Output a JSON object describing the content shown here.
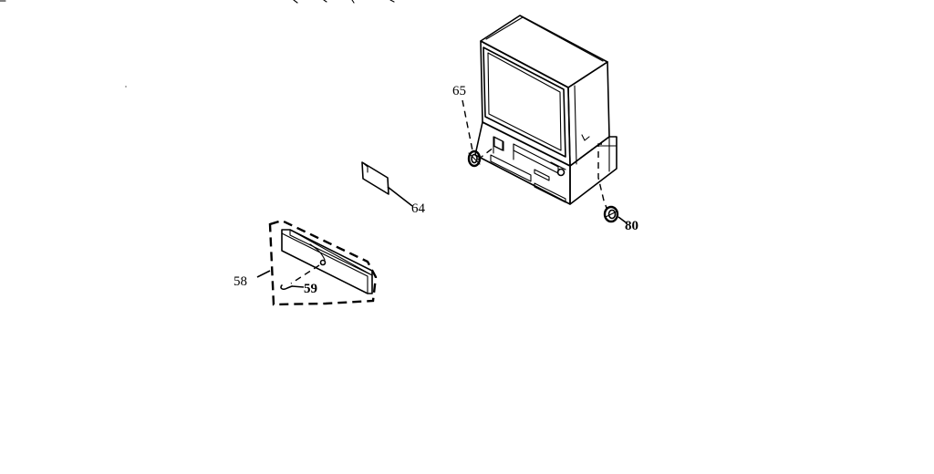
{
  "callouts": {
    "c65": "65",
    "c64": "64",
    "c80": "80",
    "c58": "58",
    "c59": "59"
  },
  "colors": {
    "ink": "#000000",
    "background": "#ffffff"
  }
}
